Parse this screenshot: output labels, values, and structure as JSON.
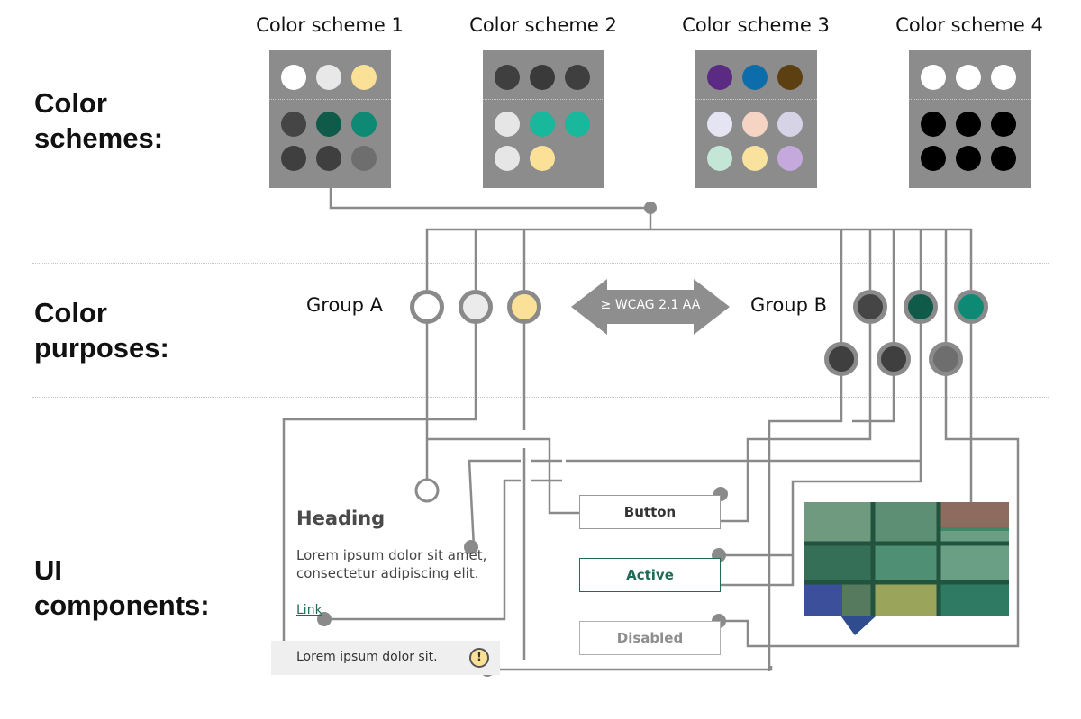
{
  "sections": {
    "schemes": "Color\nschemes:",
    "purposes": "Color\npurposes:",
    "components": "UI\ncomponents:"
  },
  "schemes": [
    {
      "title": "Color scheme 1",
      "top": [
        "#ffffff",
        "#e8e8e8",
        "#fbe197"
      ],
      "bottom": [
        "#454545",
        "#0f5a49",
        "#0e8a74",
        "#3f3f3f",
        "#3f3f3f",
        "#6e6e6e"
      ]
    },
    {
      "title": "Color scheme 2",
      "top": [
        "#3f3f3f",
        "#3a3a3a",
        "#3f3f3f"
      ],
      "bottom": [
        "#e6e6e6",
        "#19b79b",
        "#19b79b",
        "#e6e6e6",
        "#fbe197",
        null
      ]
    },
    {
      "title": "Color scheme 3",
      "top": [
        "#5b2a82",
        "#0d6dab",
        "#5c4011"
      ],
      "bottom": [
        "#e4e4f2",
        "#f6d4c4",
        "#d6d3e6",
        "#c4e6d7",
        "#f9e19e",
        "#c5a9dd"
      ]
    },
    {
      "title": "Color scheme 4",
      "top": [
        "#ffffff",
        "#ffffff",
        "#ffffff"
      ],
      "bottom": [
        "#000000",
        "#000000",
        "#000000",
        "#000000",
        "#000000",
        "#000000"
      ]
    }
  ],
  "groups": {
    "a_label": "Group A",
    "b_label": "Group B",
    "a_colors": [
      "#ffffff",
      "#ebebeb",
      "#fbe197"
    ],
    "b_colors": [
      "#454545",
      "#0f5a49",
      "#0e8a74"
    ],
    "b_second_row": [
      "#3f3f3f",
      "#3f3f3f",
      "#6e6e6e"
    ]
  },
  "wcag": "≥ WCAG 2.1 AA",
  "ui": {
    "heading": "Heading",
    "body": "Lorem ipsum dolor sit amet,\nconsectetur adipiscing elit.",
    "link": "Link",
    "notice": "Lorem ipsum dolor sit.",
    "warn_symbol": "!",
    "buttons": {
      "default": "Button",
      "active": "Active",
      "disabled": "Disabled"
    }
  },
  "colors": {
    "line": "#8a8a8a",
    "swatch_bg": "#8c8c8c",
    "accent_green": "#1f6b55",
    "wcag_arrow": "#8e8e8e"
  }
}
